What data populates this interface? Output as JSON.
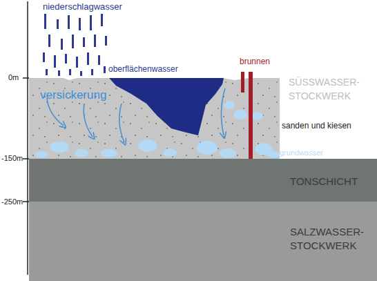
{
  "diagram": {
    "nodes": [
      {
        "text": [
          "SÜSSWASSER- STOCKWERK",
          "sanden und kiesen"
        ]
      },
      {
        "text": [
          "TONSCHICHT"
        ]
      },
      {
        "text": [
          "SALZWASSER- STOCKWERK"
        ]
      }
    ],
    "labels": [
      "niederschlagwasser",
      "oberflächenwasser",
      "versickerung",
      "brunnen",
      "grundwasser",
      "0m",
      "-150m",
      "-250m"
    ]
  }
}
